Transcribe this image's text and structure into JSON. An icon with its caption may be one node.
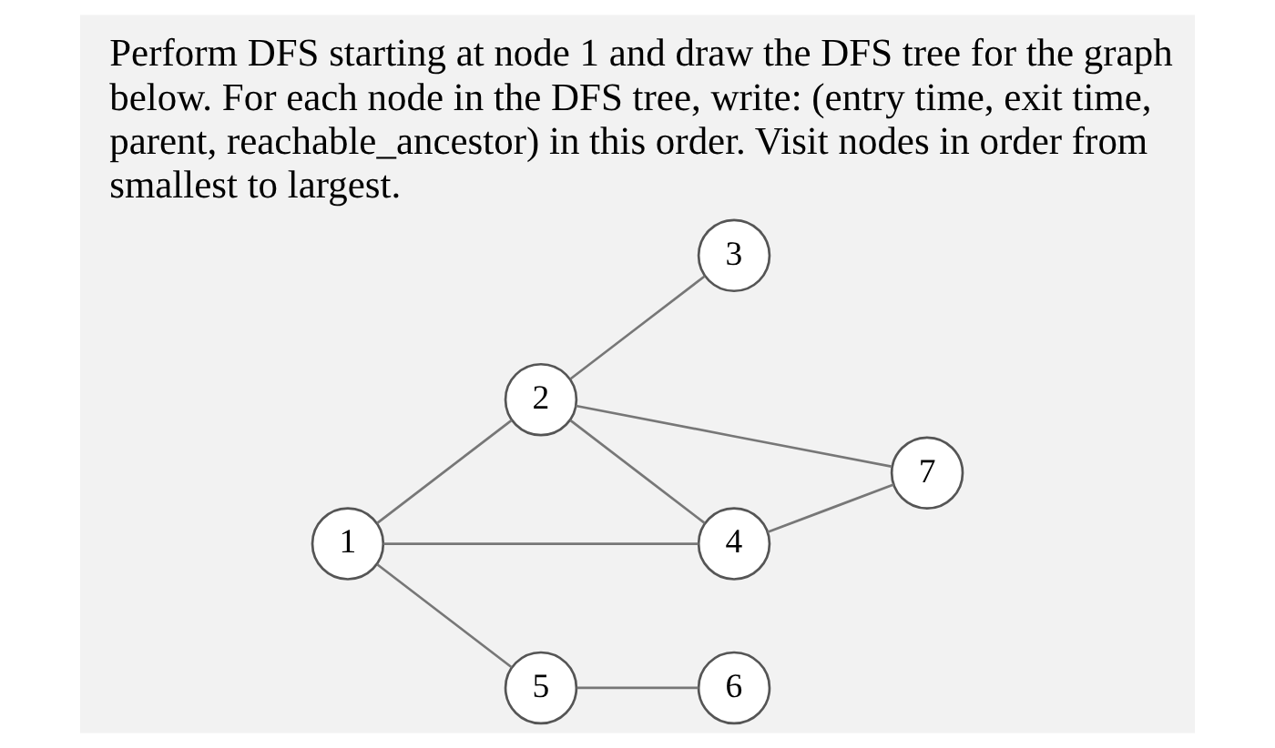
{
  "diagram": {
    "title": "Perform DFS starting at node 1 and draw the DFS tree for the graph below. For each node in the DFS tree, write: (entry time, exit time, parent, reachable_ancestor) in this order. Visit nodes in order from smallest to largest.",
    "nodes": [
      {
        "text": [
          "3"
        ]
      },
      {
        "text": [
          "2"
        ]
      },
      {
        "text": [
          "1"
        ]
      },
      {
        "text": [
          "7"
        ]
      },
      {
        "text": [
          "4"
        ]
      },
      {
        "text": [
          "5"
        ]
      },
      {
        "text": [
          "6"
        ]
      }
    ],
    "edges": [
      {
        "from": 2,
        "to": 1,
        "arrow": "none"
      },
      {
        "from": 1,
        "to": 0,
        "arrow": "none"
      },
      {
        "from": 2,
        "to": 4,
        "arrow": "none"
      },
      {
        "from": 2,
        "to": 5,
        "arrow": "none"
      },
      {
        "from": 1,
        "to": 4,
        "arrow": "none"
      },
      {
        "from": 1,
        "to": 3,
        "arrow": "none"
      },
      {
        "from": 4,
        "to": 3,
        "arrow": "none"
      },
      {
        "from": 5,
        "to": 6,
        "arrow": "none"
      }
    ]
  }
}
